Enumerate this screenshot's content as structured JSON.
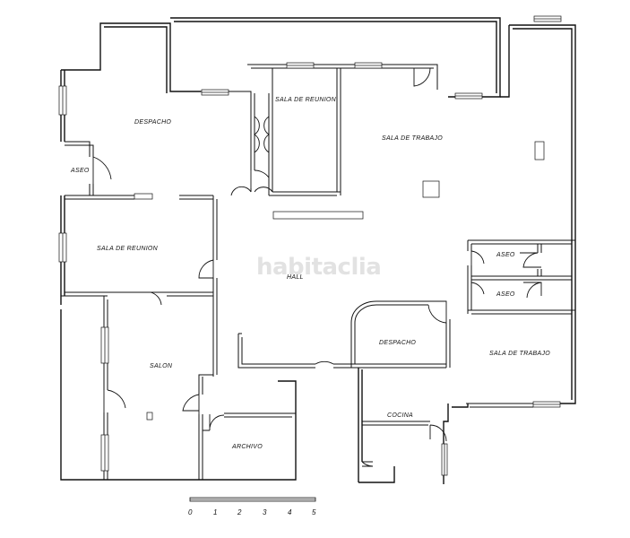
{
  "rooms": {
    "despacho_1": "DESPACHO",
    "sala_reunion_1": "SALA DE REUNION",
    "sala_trabajo_1": "SALA DE TRABAJO",
    "aseo_1": "ASEO",
    "sala_reunion_2": "SALA DE REUNION",
    "hall": "HALL",
    "aseo_2": "ASEO",
    "aseo_3": "ASEO",
    "salon": "SALON",
    "despacho_2": "DESPACHO",
    "sala_trabajo_2": "SALA DE TRABAJO",
    "cocina": "COCINA",
    "archivo": "ARCHIVO"
  },
  "scale": {
    "ticks": [
      "0",
      "1",
      "2",
      "3",
      "4",
      "5"
    ]
  },
  "watermark": "habitaclia"
}
